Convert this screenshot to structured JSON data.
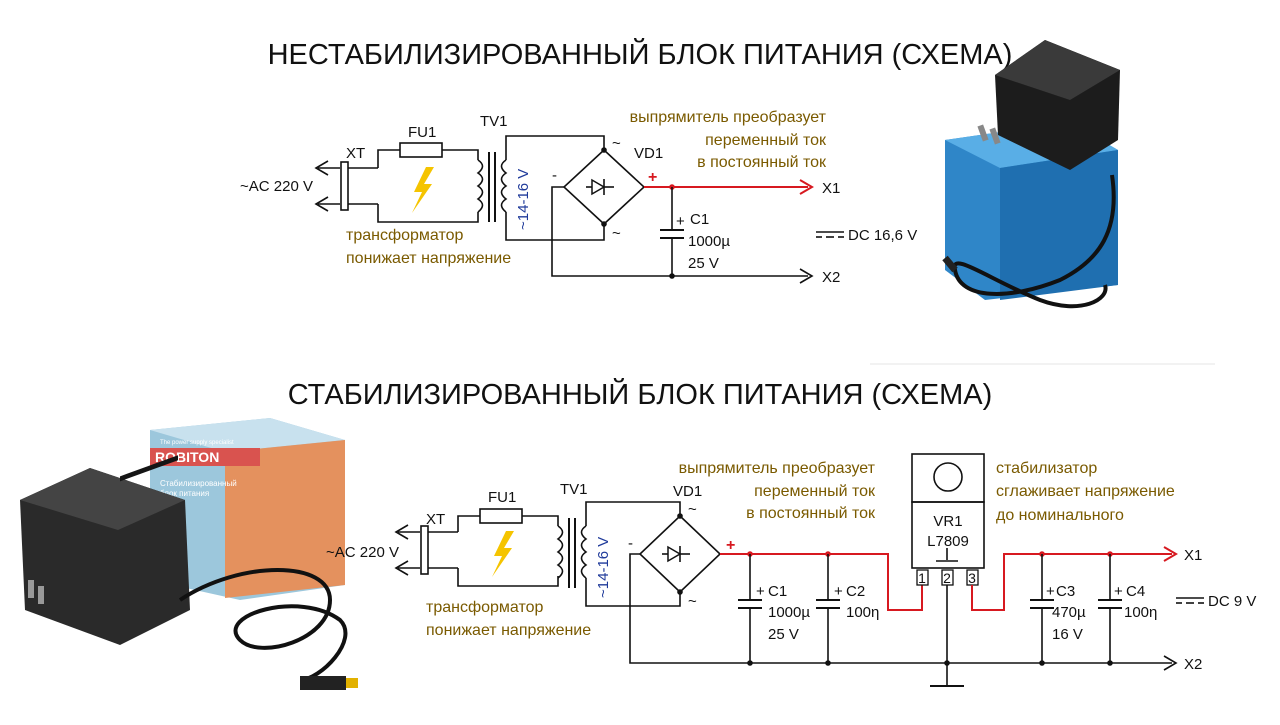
{
  "colors": {
    "note": "#7a5a00",
    "positive_rail": "#d71920",
    "voltage_label": "#1f3a9a",
    "lightning": "#f5c400",
    "box_blue": "#2f86c8"
  },
  "top": {
    "title": "НЕСТАБИЛИЗИРОВАННЫЙ БЛОК ПИТАНИЯ (СХЕМА)",
    "labels": {
      "xt": "XT",
      "fu1": "FU1",
      "tv1": "TV1",
      "vd1": "VD1",
      "ac": "~AC 220 V",
      "sec_v": "~14-16 V",
      "c1": "C1",
      "c1_cap": "1000µ",
      "c1_v": "25 V",
      "x1": "X1",
      "x2": "X2",
      "dc": "DC 16,6 V",
      "minus": "-",
      "plus": "+"
    },
    "notes": {
      "rect_1": "выпрямитель преобразует",
      "rect_2": "переменный ток",
      "rect_3": "в постоянный ток",
      "tr_1": "трансформатор",
      "tr_2": "понижает напряжение"
    }
  },
  "bottom": {
    "title": "СТАБИЛИЗИРОВАННЫЙ БЛОК ПИТАНИЯ (СХЕМА)",
    "labels": {
      "xt": "XT",
      "fu1": "FU1",
      "tv1": "TV1",
      "vd1": "VD1",
      "ac": "~AC 220 V",
      "sec_v": "~14-16 V",
      "c1": "C1",
      "c1_cap": "1000µ",
      "c1_v": "25 V",
      "c2": "C2",
      "c2_cap": "100η",
      "vr1": "VR1",
      "vr1_part": "L7809",
      "pin1": "1",
      "pin2": "2",
      "pin3": "3",
      "c3": "C3",
      "c3_cap": "470µ",
      "c3_v": "16 V",
      "c4": "C4",
      "c4_cap": "100η",
      "x1": "X1",
      "x2": "X2",
      "dc": "DC 9 V",
      "minus": "-",
      "plus": "+"
    },
    "notes": {
      "rect_1": "выпрямитель преобразует",
      "rect_2": "переменный ток",
      "rect_3": "в постоянный ток",
      "tr_1": "трансформатор",
      "tr_2": "понижает напряжение",
      "stab_1": "стабилизатор",
      "stab_2": "сглаживает напряжение",
      "stab_3": "до номинального"
    },
    "box_brand": "ROBITON",
    "box_tagline": "The power supply specialist",
    "box_text_1": "Стабилизированный",
    "box_text_2": "блок питания"
  }
}
